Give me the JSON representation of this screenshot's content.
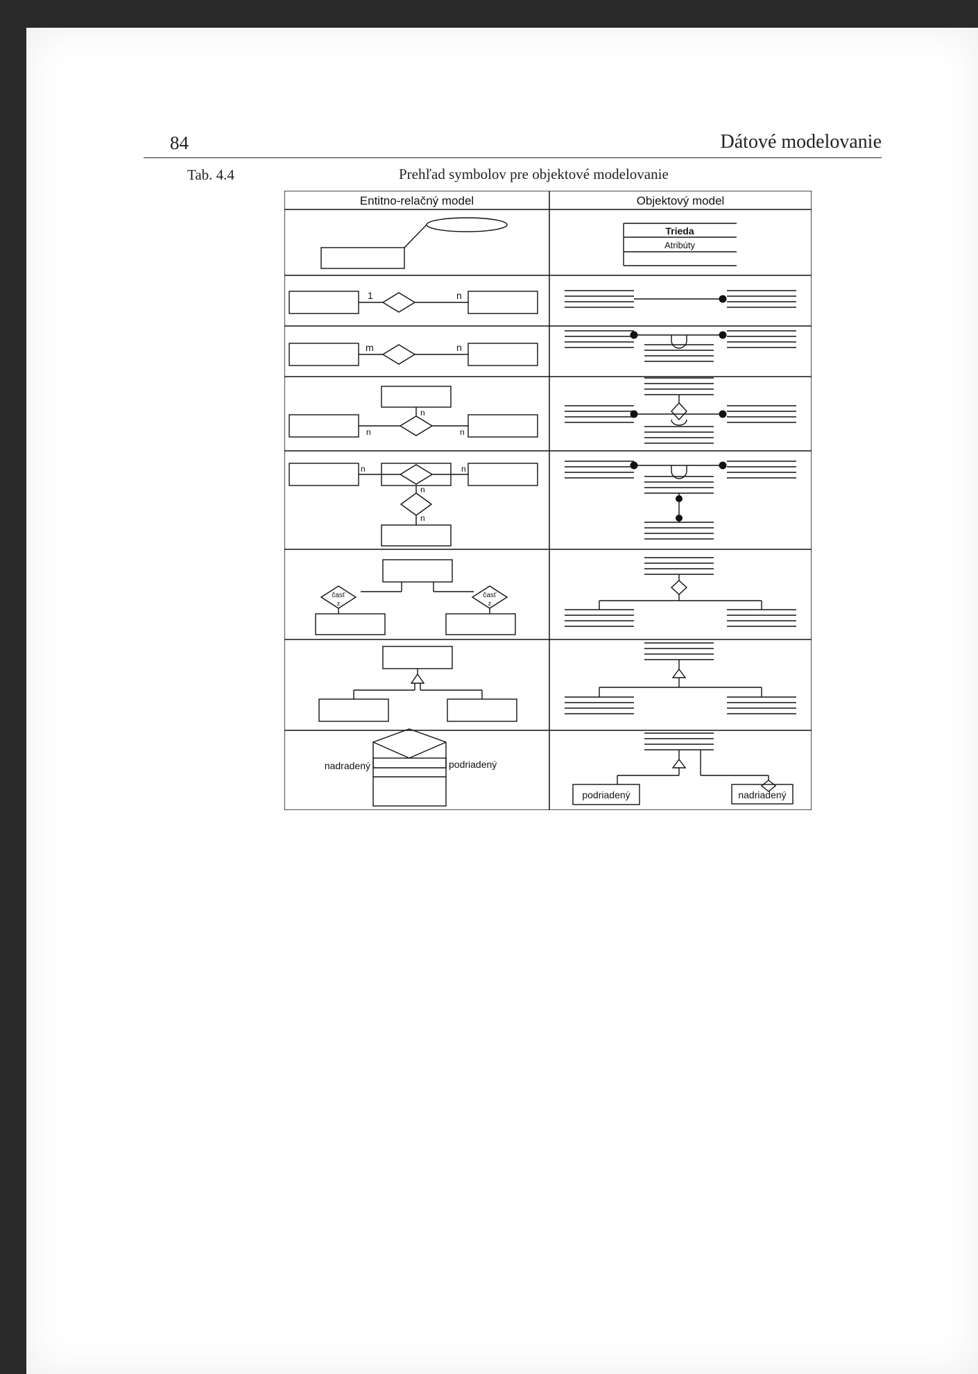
{
  "running_header": {
    "page_number": "84",
    "title": "Dátové modelovanie"
  },
  "table": {
    "label": "Tab. 4.4",
    "caption": "Prehľad symbolov pre objektové modelovanie",
    "header_left": "Entitno-relačný model",
    "header_right": "Objektový model",
    "class_name": "Trieda",
    "class_attributes": "Atribúty",
    "card_one": "1",
    "card_m": "m",
    "card_n": "n",
    "part_of": "časť",
    "part_of_suffix": "z",
    "superior": "nadradený",
    "subordinate": "podriadený",
    "superior_alt": "nadriadený"
  }
}
